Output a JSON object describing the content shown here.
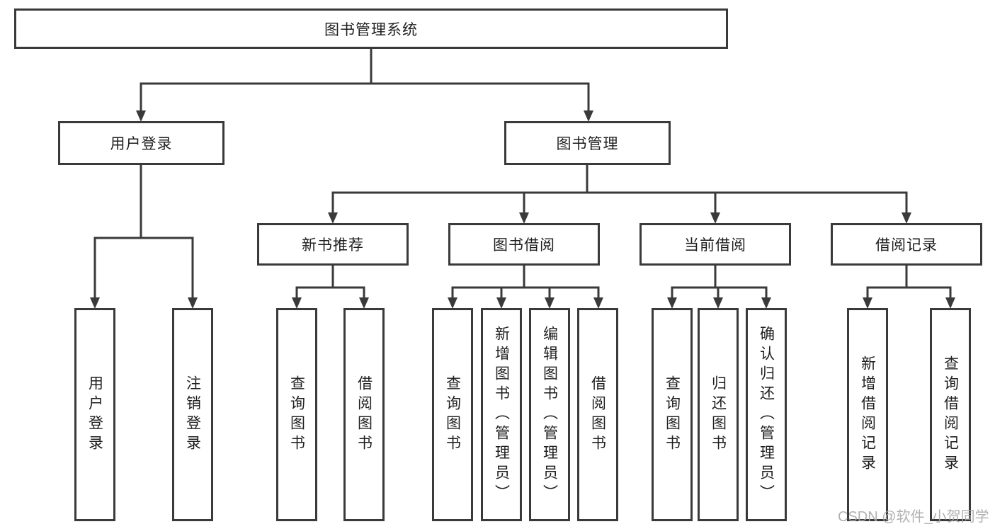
{
  "diagram": {
    "type": "hierarchy-tree",
    "tree": {
      "label": "图书管理系统",
      "children": [
        {
          "label": "用户登录",
          "children": [
            {
              "label": "用户登录"
            },
            {
              "label": "注销登录"
            }
          ]
        },
        {
          "label": "图书管理",
          "children": [
            {
              "label": "新书推荐",
              "children": [
                {
                  "label": "查询图书"
                },
                {
                  "label": "借阅图书"
                }
              ]
            },
            {
              "label": "图书借阅",
              "children": [
                {
                  "label": "查询图书"
                },
                {
                  "label": "新增图书（管理员）"
                },
                {
                  "label": "编辑图书（管理员）"
                },
                {
                  "label": "借阅图书"
                }
              ]
            },
            {
              "label": "当前借阅",
              "children": [
                {
                  "label": "查询图书"
                },
                {
                  "label": "归还图书"
                },
                {
                  "label": "确认归还（管理员）"
                }
              ]
            },
            {
              "label": "借阅记录",
              "children": [
                {
                  "label": "新增借阅记录"
                },
                {
                  "label": "查询借阅记录"
                }
              ]
            }
          ]
        }
      ]
    },
    "colors": {
      "line": "#3a3a3a",
      "box_border": "#3a3a3a",
      "box_fill": "#ffffff",
      "text": "#1f1f1f",
      "background": "#ffffff"
    }
  },
  "watermark": {
    "text": "CSDN @软件_小贺同学",
    "color": "#a8a8a8"
  }
}
